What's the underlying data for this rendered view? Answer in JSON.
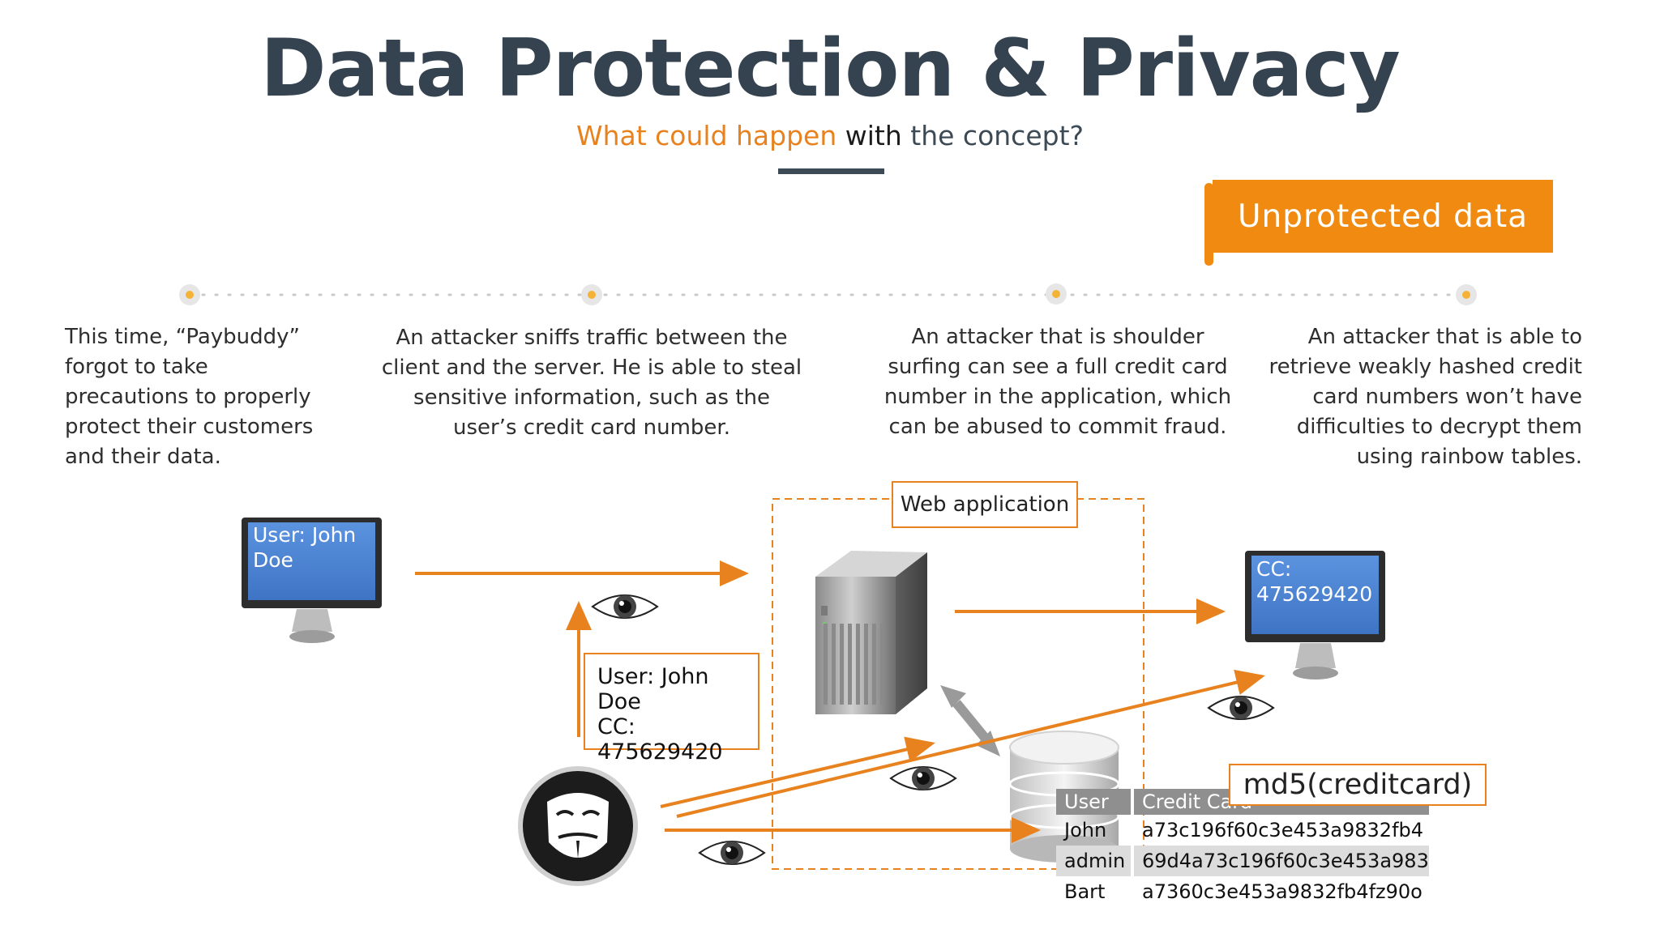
{
  "title": "Data Protection & Privacy",
  "subtitle": {
    "highlight": "What could happen",
    "middle": "with",
    "rest": "the concept?"
  },
  "banner": "Unprotected data",
  "steps": [
    "This time, “Paybuddy” forgot to take precautions to properly protect their customers and their data.",
    "An attacker sniffs traffic between the client and the server. He is able to steal sensitive information, such as the user’s credit card number.",
    "An attacker that is shoulder surfing can see a full credit card number in the application, which can be abused to commit fraud.",
    "An attacker that is able to retrieve weakly hashed credit card numbers won’t have difficulties to decrypt them using rainbow tables."
  ],
  "diagram": {
    "monitor_left_text": "User: John Doe",
    "monitor_right_text": "CC: 475629420",
    "web_app_label": "Web application",
    "packet": {
      "line1": "User: John Doe",
      "line2": "CC:",
      "line3": "475629420"
    },
    "hash_label": "md5(creditcard)",
    "table": {
      "headers": [
        "User",
        "Credit Card"
      ],
      "rows": [
        {
          "user": "John",
          "hash": "a73c196f60c3e453a9832fb4"
        },
        {
          "user": "admin",
          "hash": "69d4a73c196f60c3e453a983"
        },
        {
          "user": "Bart",
          "hash": "a7360c3e453a9832fb4fz90o"
        }
      ]
    }
  },
  "colors": {
    "accent": "#e8821e",
    "banner": "#f08a10",
    "title": "#34434f",
    "screen": "#4f86d3",
    "timeline_dot": "#f5b335"
  }
}
